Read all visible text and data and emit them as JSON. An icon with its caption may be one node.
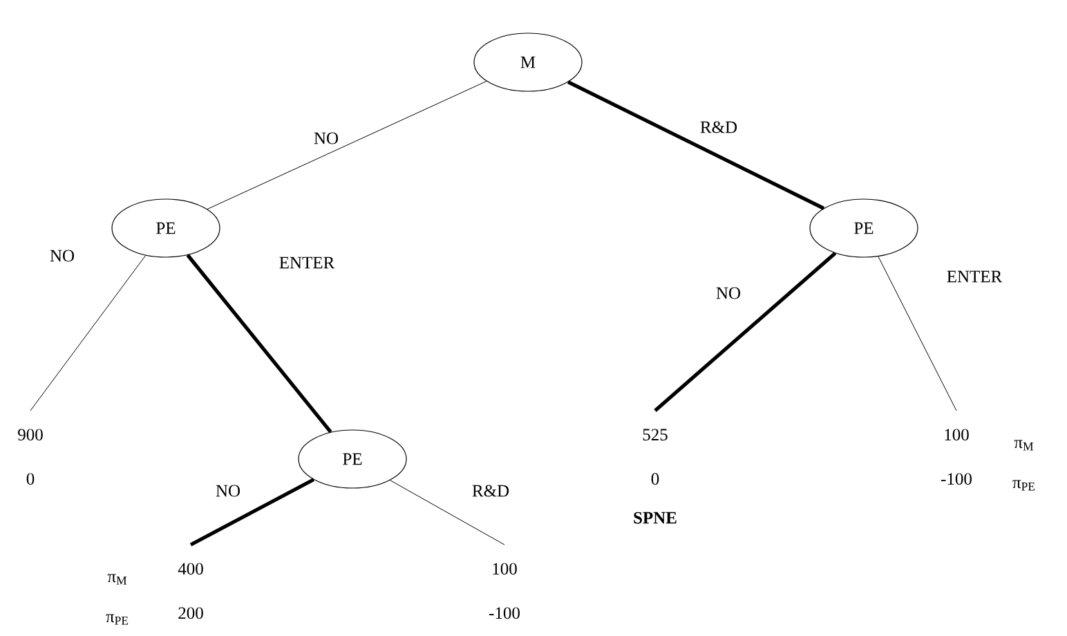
{
  "diagram": {
    "nodes": [
      {
        "text": [
          "M"
        ]
      },
      {
        "text": [
          "PE"
        ]
      },
      {
        "text": [
          "PE"
        ]
      },
      {
        "text": [
          "PE"
        ]
      },
      {
        "text": [
          "900",
          "0"
        ]
      },
      {
        "text": [
          "525",
          "0"
        ],
        "beside": [
          "SPNE"
        ]
      },
      {
        "text": [
          "100",
          "-100"
        ]
      },
      {
        "text": [
          "400",
          "200"
        ]
      },
      {
        "text": [
          "100",
          "-100"
        ]
      }
    ],
    "edges": [
      {
        "from": 0,
        "to": 1,
        "arrow": "none",
        "label": "NO"
      },
      {
        "from": 0,
        "to": 2,
        "arrow": "none",
        "label": "R&D",
        "style": "thick"
      },
      {
        "from": 1,
        "to": 4,
        "arrow": "none",
        "label": "NO"
      },
      {
        "from": 1,
        "to": 3,
        "arrow": "none",
        "label": "ENTER",
        "style": "thick"
      },
      {
        "from": 2,
        "to": 5,
        "arrow": "none",
        "label": "NO",
        "style": "thick"
      },
      {
        "from": 2,
        "to": 6,
        "arrow": "none",
        "label": "ENTER"
      },
      {
        "from": 3,
        "to": 7,
        "arrow": "none",
        "label": "NO",
        "style": "thick"
      },
      {
        "from": 3,
        "to": 8,
        "arrow": "none",
        "label": "R&D"
      }
    ],
    "labels": [
      "π$_{M}$",
      "π$_{PE}$",
      "π$_{M}$",
      "π$_{PE}$"
    ]
  }
}
